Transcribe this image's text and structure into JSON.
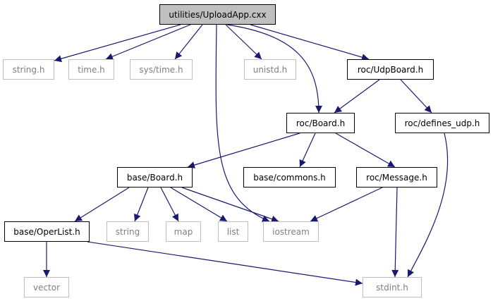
{
  "diagram": {
    "colors": {
      "edge": "#191970",
      "root_fill": "#bfbfbf",
      "solid_border": "#000000",
      "external_border": "#bfbfbf",
      "external_text": "#7f7f7f"
    },
    "nodes": [
      {
        "id": "uploadapp",
        "label": "utilities/UploadApp.cxx",
        "kind": "root"
      },
      {
        "id": "string_h",
        "label": "string.h",
        "kind": "external"
      },
      {
        "id": "time_h",
        "label": "time.h",
        "kind": "external"
      },
      {
        "id": "sys_time_h",
        "label": "sys/time.h",
        "kind": "external"
      },
      {
        "id": "unistd_h",
        "label": "unistd.h",
        "kind": "external"
      },
      {
        "id": "roc_udpboard_h",
        "label": "roc/UdpBoard.h",
        "kind": "solid"
      },
      {
        "id": "roc_board_h",
        "label": "roc/Board.h",
        "kind": "solid"
      },
      {
        "id": "roc_defines_udp_h",
        "label": "roc/defines_udp.h",
        "kind": "solid"
      },
      {
        "id": "base_board_h",
        "label": "base/Board.h",
        "kind": "solid"
      },
      {
        "id": "base_commons_h",
        "label": "base/commons.h",
        "kind": "solid"
      },
      {
        "id": "roc_message_h",
        "label": "roc/Message.h",
        "kind": "solid"
      },
      {
        "id": "base_operlist_h",
        "label": "base/OperList.h",
        "kind": "solid"
      },
      {
        "id": "string",
        "label": "string",
        "kind": "external"
      },
      {
        "id": "map",
        "label": "map",
        "kind": "external"
      },
      {
        "id": "list",
        "label": "list",
        "kind": "external"
      },
      {
        "id": "iostream",
        "label": "iostream",
        "kind": "external"
      },
      {
        "id": "vector",
        "label": "vector",
        "kind": "external"
      },
      {
        "id": "stdint_h",
        "label": "stdint.h",
        "kind": "external"
      }
    ],
    "edges": [
      {
        "from": "uploadapp",
        "to": "string_h"
      },
      {
        "from": "uploadapp",
        "to": "time_h"
      },
      {
        "from": "uploadapp",
        "to": "sys_time_h"
      },
      {
        "from": "uploadapp",
        "to": "unistd_h"
      },
      {
        "from": "uploadapp",
        "to": "roc_udpboard_h"
      },
      {
        "from": "uploadapp",
        "to": "roc_board_h"
      },
      {
        "from": "uploadapp",
        "to": "iostream"
      },
      {
        "from": "roc_udpboard_h",
        "to": "roc_board_h"
      },
      {
        "from": "roc_udpboard_h",
        "to": "roc_defines_udp_h"
      },
      {
        "from": "roc_board_h",
        "to": "base_board_h"
      },
      {
        "from": "roc_board_h",
        "to": "base_commons_h"
      },
      {
        "from": "roc_board_h",
        "to": "roc_message_h"
      },
      {
        "from": "roc_defines_udp_h",
        "to": "stdint_h"
      },
      {
        "from": "base_board_h",
        "to": "base_operlist_h"
      },
      {
        "from": "base_board_h",
        "to": "string"
      },
      {
        "from": "base_board_h",
        "to": "map"
      },
      {
        "from": "base_board_h",
        "to": "list"
      },
      {
        "from": "base_board_h",
        "to": "iostream"
      },
      {
        "from": "roc_message_h",
        "to": "iostream"
      },
      {
        "from": "roc_message_h",
        "to": "stdint_h"
      },
      {
        "from": "base_operlist_h",
        "to": "vector"
      },
      {
        "from": "base_operlist_h",
        "to": "stdint_h"
      }
    ]
  }
}
